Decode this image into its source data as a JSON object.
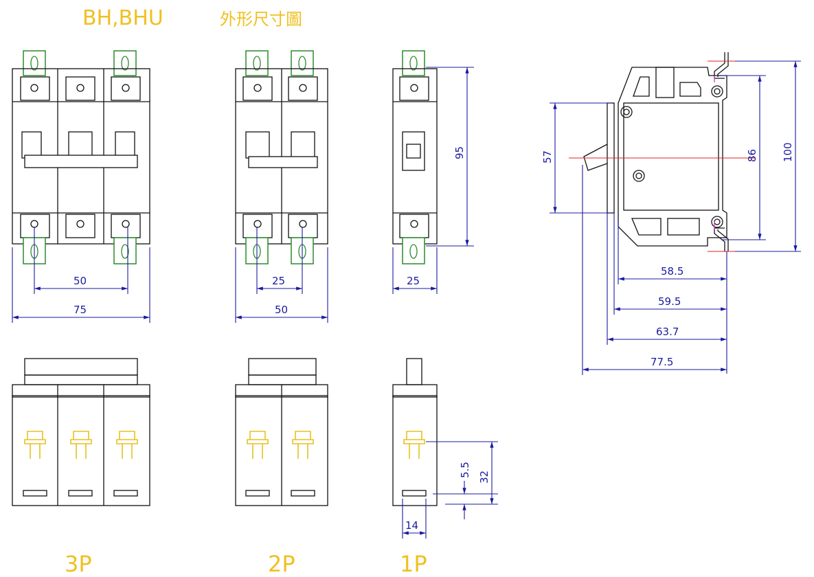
{
  "title": {
    "model": "BH,BHU",
    "subtitle": "外形尺寸圖"
  },
  "labels": {
    "p3": "3P",
    "p2": "2P",
    "p1": "1P"
  },
  "dimensions": {
    "d3p_inner": "50",
    "d3p_total": "75",
    "d2p_inner": "25",
    "d2p_total": "50",
    "d1p_width": "25",
    "d1p_height": "95",
    "side_57": "57",
    "side_86": "86",
    "side_100": "100",
    "side_585": "58.5",
    "side_595": "59.5",
    "side_637": "63.7",
    "side_775": "77.5",
    "front_55": "5.5",
    "front_32": "32",
    "front_14": "14"
  },
  "colors": {
    "outline": "#111111",
    "terminal": "#2a8a2a",
    "dimension": "#1a1aa0",
    "centerline": "#e02020",
    "label": "#f0c020"
  }
}
